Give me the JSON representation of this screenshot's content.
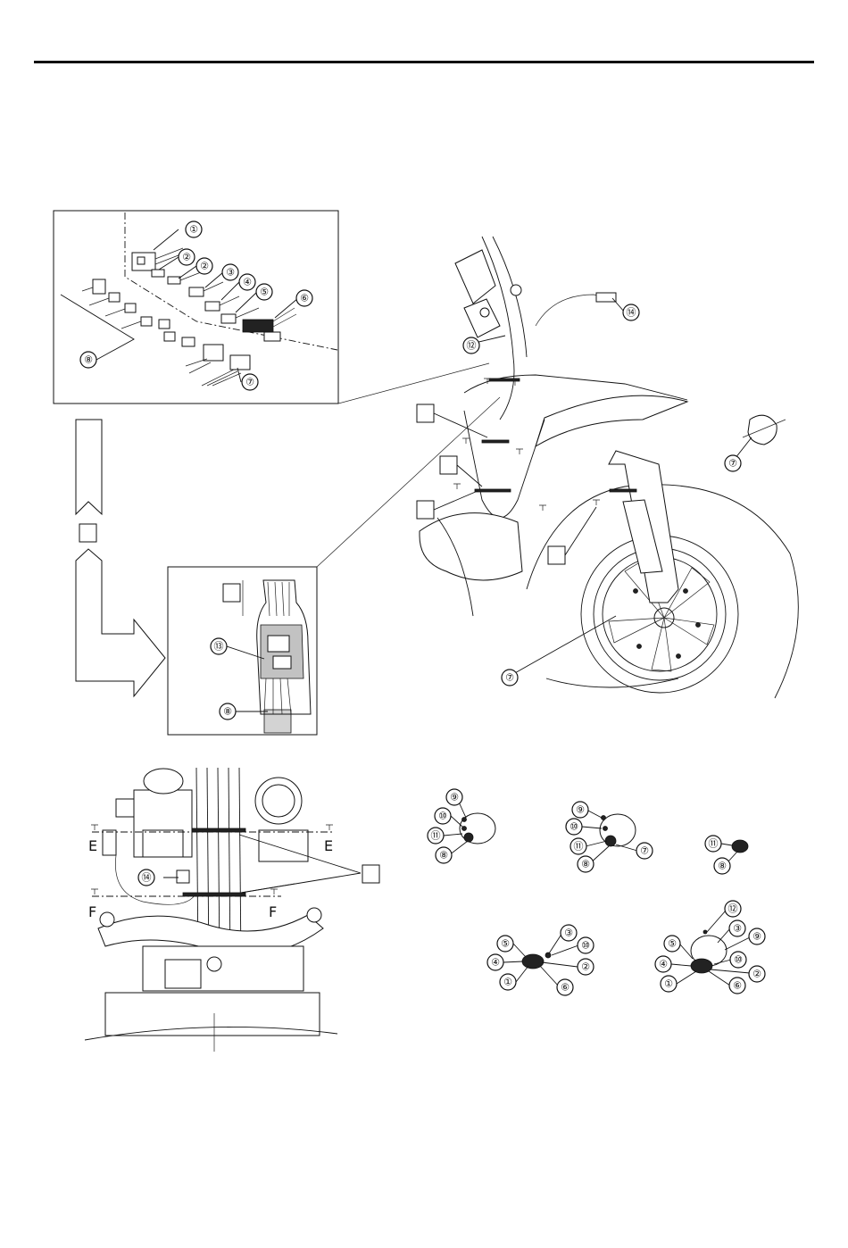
{
  "page": {
    "header_rule_color": "#111111"
  },
  "callouts": {
    "c1": "①",
    "c2": "②",
    "c3": "③",
    "c4": "④",
    "c5": "⑤",
    "c6": "⑥",
    "c7": "⑦",
    "c8": "⑧",
    "c9": "⑨",
    "c10": "⑩",
    "c11": "⑪",
    "c12": "⑫",
    "c13": "⑬",
    "c14": "⑭"
  },
  "sections": {
    "e": "E",
    "f": "F"
  }
}
